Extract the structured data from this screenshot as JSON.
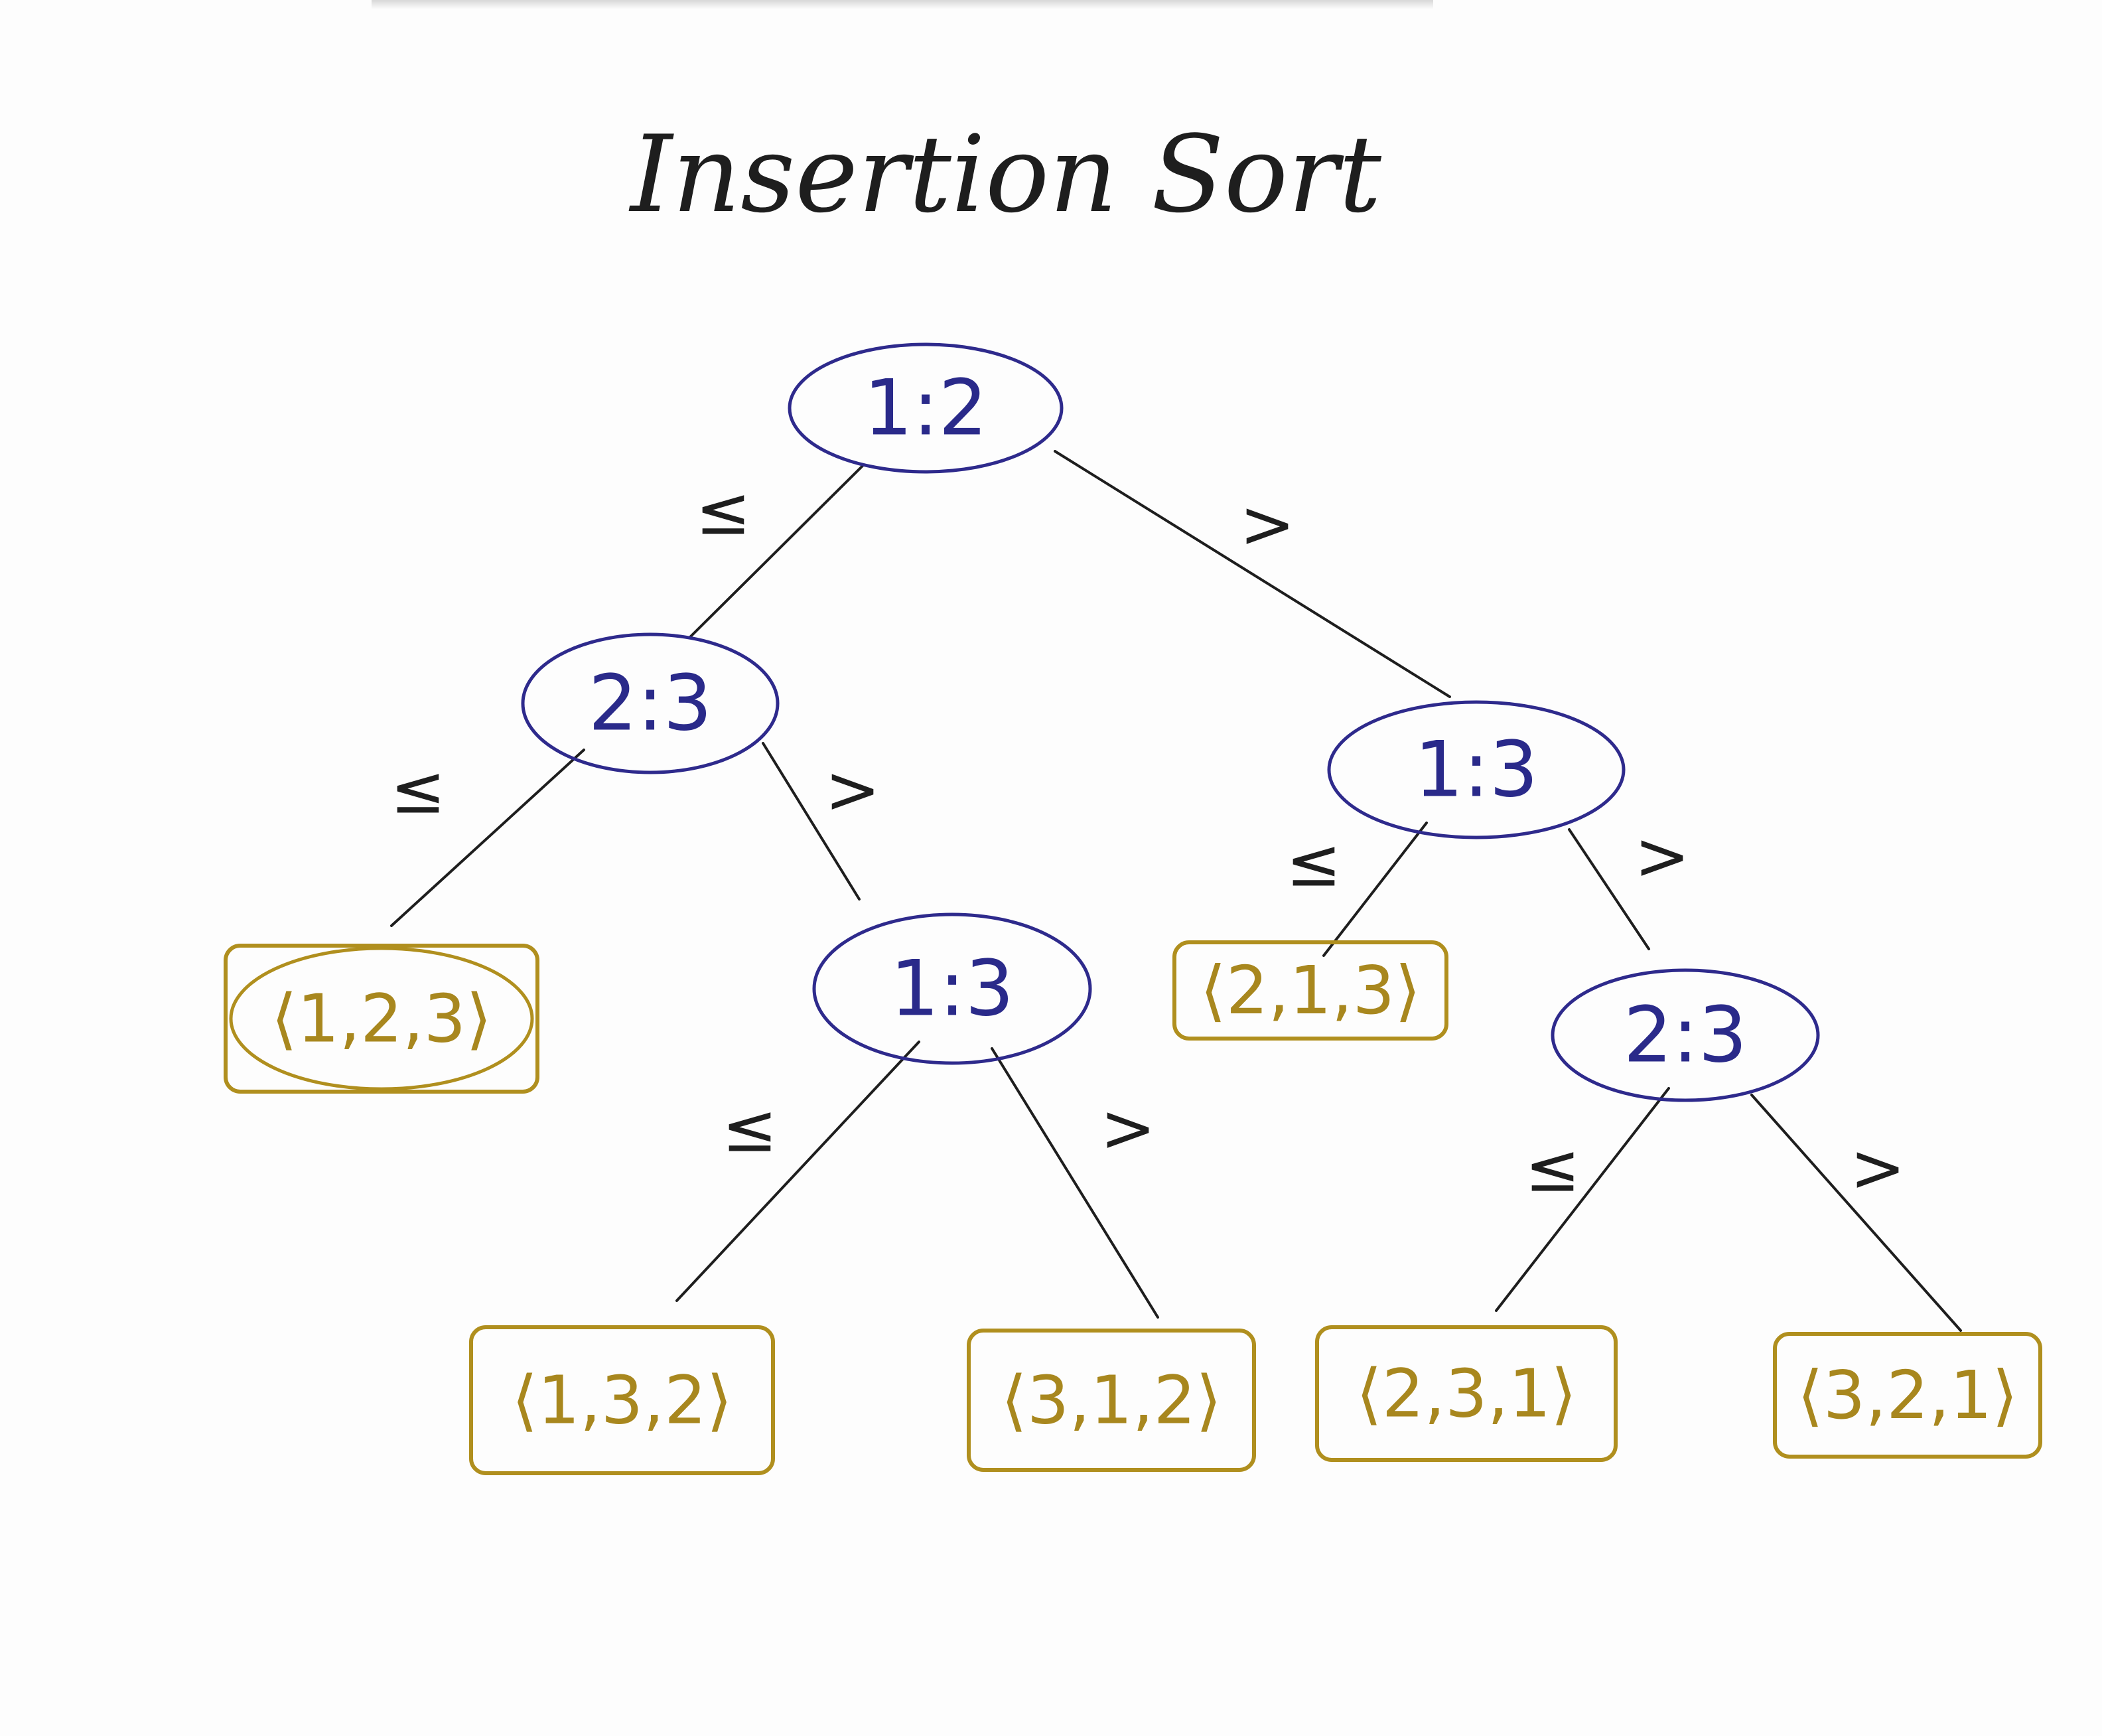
{
  "title": "Insertion Sort",
  "colors": {
    "node_stroke": "#2e2a8c",
    "node_text": "#2a2a8a",
    "leaf_stroke": "#b08f1e",
    "leaf_text": "#a8871e",
    "edge": "#1e1e1e"
  },
  "nodes": [
    {
      "id": "root",
      "label": "1:2"
    },
    {
      "id": "left",
      "label": "2:3"
    },
    {
      "id": "right",
      "label": "1:3"
    },
    {
      "id": "left-right",
      "label": "1:3"
    },
    {
      "id": "right-right",
      "label": "2:3"
    }
  ],
  "leaves": [
    {
      "id": "leaf-123",
      "label": "⟨1,2,3⟩"
    },
    {
      "id": "leaf-213",
      "label": "⟨2,1,3⟩"
    },
    {
      "id": "leaf-132",
      "label": "⟨1,3,2⟩"
    },
    {
      "id": "leaf-312",
      "label": "⟨3,1,2⟩"
    },
    {
      "id": "leaf-231",
      "label": "⟨2,3,1⟩"
    },
    {
      "id": "leaf-321",
      "label": "⟨3,2,1⟩"
    }
  ],
  "edges": [
    {
      "id": "root-left",
      "from": "root",
      "to": "left",
      "label": "≤"
    },
    {
      "id": "root-right",
      "from": "root",
      "to": "right",
      "label": ">"
    },
    {
      "id": "left-leaf-123",
      "from": "left",
      "to": "leaf-123",
      "label": "≤"
    },
    {
      "id": "left-left-right",
      "from": "left",
      "to": "left-right",
      "label": ">"
    },
    {
      "id": "right-leaf-213",
      "from": "right",
      "to": "leaf-213",
      "label": "≤"
    },
    {
      "id": "right-right-right",
      "from": "right",
      "to": "right-right",
      "label": ">"
    },
    {
      "id": "lr-leaf-132",
      "from": "left-right",
      "to": "leaf-132",
      "label": "≤"
    },
    {
      "id": "lr-leaf-312",
      "from": "left-right",
      "to": "leaf-312",
      "label": ">"
    },
    {
      "id": "rr-leaf-231",
      "from": "right-right",
      "to": "leaf-231",
      "label": "≤"
    },
    {
      "id": "rr-leaf-321",
      "from": "right-right",
      "to": "leaf-321",
      "label": ">"
    }
  ]
}
